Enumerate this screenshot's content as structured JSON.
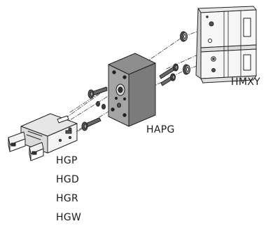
{
  "labels": {
    "hmxy": "HMXY",
    "hapg": "HAPG",
    "gripper_models": [
      "HGP",
      "HGD",
      "HGR",
      "HGW"
    ]
  }
}
